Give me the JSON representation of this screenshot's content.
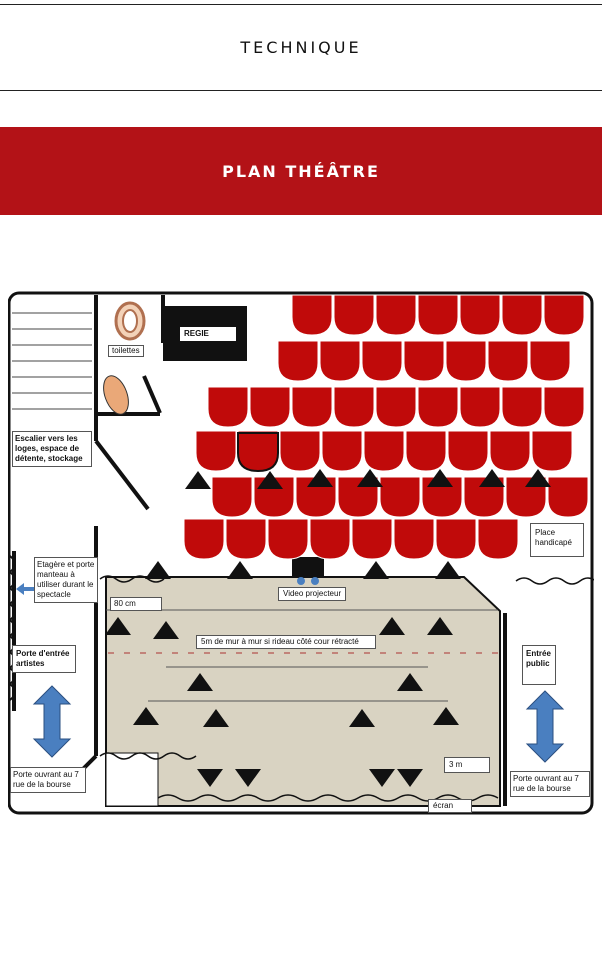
{
  "nav": {
    "technique_label": "TECHNIQUE"
  },
  "banner": {
    "title": "PLAN THÉÂTRE",
    "color": "#b31217"
  },
  "plan": {
    "labels": {
      "toilettes": "toilettes",
      "regie": "REGIE",
      "escalier": "Escalier vers les loges, espace de détente, stockage",
      "handicape": "Place handicapé",
      "etagere": "Etagère et porte manteau à utiliser durant le spectacle",
      "distance_80": "80 cm",
      "video": "Video projecteur",
      "scene_width": "5m de mur à mur si rideau côté cour rétracté",
      "entree_artistes": "Porte d'entrée artistes",
      "entree_public": "Entrée public",
      "porte_gauche": "Porte ouvrant au 7 rue de la bourse",
      "porte_droite": "Porte ouvrant au 7 rue de la bourse",
      "distance_3m": "3 m",
      "ecran": "écran"
    },
    "colors": {
      "seat": "#c00a0a",
      "stage": "#d9d3c2",
      "arrow": "#4a7fc0"
    }
  }
}
